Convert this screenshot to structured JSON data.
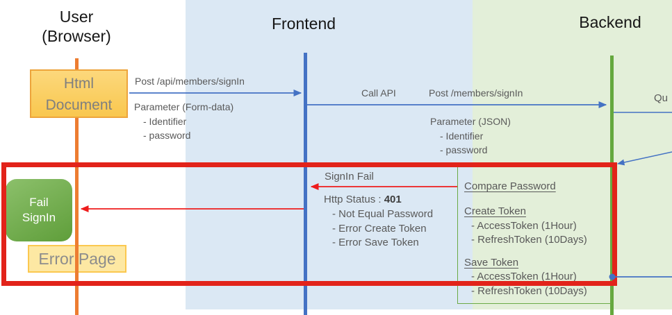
{
  "colors": {
    "frontend_band": "#dbe8f4",
    "backend_band": "#e3efd9",
    "user_lifeline": "#ed7d31",
    "frontend_lifeline": "#4472c4",
    "backend_lifeline": "#65a83e",
    "highlight_box_red": "#e2231a",
    "arrow_blue": "#4472c4",
    "arrow_red": "#ee1c1c",
    "label_gray": "#595959"
  },
  "actors": {
    "user": {
      "title": "User",
      "subtitle": "(Browser)"
    },
    "frontend": {
      "title": "Frontend"
    },
    "backend": {
      "title": "Backend"
    }
  },
  "nodes": {
    "html_document": {
      "line1": "Html",
      "line2": "Document"
    },
    "fail_signin": {
      "line1": "Fail",
      "line2": "SignIn"
    },
    "error_page": {
      "label": "Error Page"
    }
  },
  "messages": {
    "post_api_signin": {
      "label": "Post /api/members/signIn",
      "param_title": "Parameter (Form-data)",
      "params": [
        "- Identifier",
        "- password"
      ]
    },
    "call_api": {
      "caption": "Call API",
      "label": "Post /members/signIn",
      "param_title": "Parameter (JSON)",
      "params": [
        "- Identifier",
        "- password"
      ]
    },
    "query": {
      "label": "Qu"
    },
    "signin_fail": {
      "label": "SignIn Fail",
      "status_prefix": "Http Status : ",
      "status_code": "401",
      "reasons": [
        "- Not Equal Password",
        "- Error Create Token",
        "- Error Save Token"
      ]
    }
  },
  "backend_ops": {
    "compare_password": "Compare Password",
    "create_token": {
      "title": "Create Token",
      "items": [
        "- AccessToken (1Hour)",
        "- RefreshToken (10Days)"
      ]
    },
    "save_token": {
      "title": "Save Token",
      "items": [
        "- AccessToken (1Hour)",
        "- RefreshToken (10Days)"
      ]
    }
  }
}
